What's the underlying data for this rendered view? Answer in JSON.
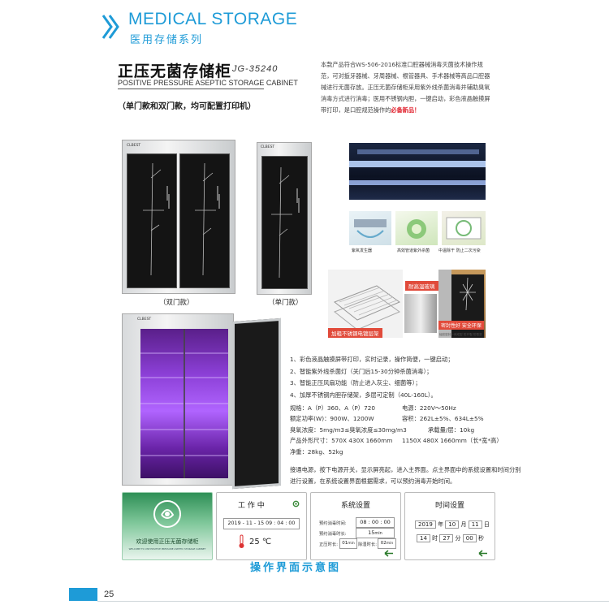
{
  "header": {
    "title_en": "MEDICAL STORAGE",
    "title_cn": "医用存储系列"
  },
  "product": {
    "name_cn": "正压无菌存储柜",
    "model": "JG-35240",
    "name_en": "POSITIVE PRESSURE ASEPTIC STORAGE CABINET",
    "subtitle": "（单门款和双门款，均可配置打印机）",
    "intro": "本款产品符合WS-506-2016标准口腔器械消毒灭菌技术操作规范，可对扳牙器械、牙周器械、根管器具、手术器械等高品口腔器械进行无菌存放。正压无菌存储柜采用紫外线杀菌消毒并辅助臭氧消毒方式进行消毒；医用不锈钢内胆，一键启动，彩色液晶触摸屏带打印，是口腔规范操作的",
    "intro_highlight": "必备新品！"
  },
  "cabinets": {
    "double_label": "（双门款）",
    "single_label": "（单门款）",
    "brand": "CLBEST"
  },
  "photos": {
    "caption1": "紫氧发生器",
    "caption2": "高效管道紫外杀菌",
    "caption3": "中温除干 防止二次污染",
    "badge_glass": "耐高温玻璃",
    "badge_rack": "加粗不锈钢电镀层架",
    "badge_seal": "密封性好 安全环保",
    "seal_small": "硅胶密封一体成型 防开裂 防霉变"
  },
  "features": [
    "1、彩色液晶触摸屏带打印，实时记录，操作简便，一键启动；",
    "2、智能紫外线杀菌灯（关门后15-30分钟杀菌消毒）；",
    "3、智能正压风扇功能（防止进入灰尘、细菌等）；",
    "4、加厚不锈钢内胆存储架，多层可定制（40L-160L）。"
  ],
  "specs": [
    [
      "规格：A（P）360、A（P）720",
      "电源：220V～50Hz"
    ],
    [
      "额定功率(W)：900W、1200W",
      "容积：262L±5%、634L±5%"
    ],
    [
      "臭氧浓度：5mg/m3≤臭氧浓度≤30mg/m3",
      "承载量/层：10kg"
    ],
    [
      "产品外形尺寸：570X 430X 1660mm",
      "1150X 480X 1660mm（长*宽*高）"
    ],
    [
      "净重：28kg、52kg",
      ""
    ]
  ],
  "note": "接通电源，按下电源开关，显示屏亮起，进入主界面。点主界面中的系统设置和时间分别进行设置，在系统设置界面根据需求，可以预约消毒开始时间。",
  "ui": {
    "welcome_cn": "欢迎使用正压无菌存储柜",
    "welcome_en": "WELCOME TO USE POSITIVE PRESSURE ASEPTIC STORAGE CABINET",
    "working_title": "工 作 中",
    "working_datetime": "2019 - 11 - 15   09 : 04 : 00",
    "temperature": "25 ℃",
    "system_title": "系统设置",
    "sys_row1_label": "预约消毒时间:",
    "sys_row1_value": "08 : 00 : 00",
    "sys_row2_label": "预约消毒时长:",
    "sys_row2_value": "15",
    "sys_row2_unit": "min",
    "sys_row3_label": "正压时长:",
    "sys_row3_value": "01",
    "sys_row3_unit": "min",
    "sys_row3_label2": "除湿时长:",
    "sys_row3_value2": "02",
    "sys_row3_unit2": "min",
    "time_title": "时间设置",
    "time_year": "2019",
    "time_year_unit": "年",
    "time_month": "10",
    "time_month_unit": "月",
    "time_day": "11",
    "time_day_unit": "日",
    "time_hour": "14",
    "time_hour_unit": "时",
    "time_min": "27",
    "time_min_unit": "分",
    "time_sec": "00",
    "time_sec_unit": "秒",
    "caption": "操作界面示意图"
  },
  "footer": {
    "page": "25"
  },
  "colors": {
    "accent": "#1e9bd7",
    "highlight": "#e0202c",
    "uv_purple": "#a64dff"
  }
}
